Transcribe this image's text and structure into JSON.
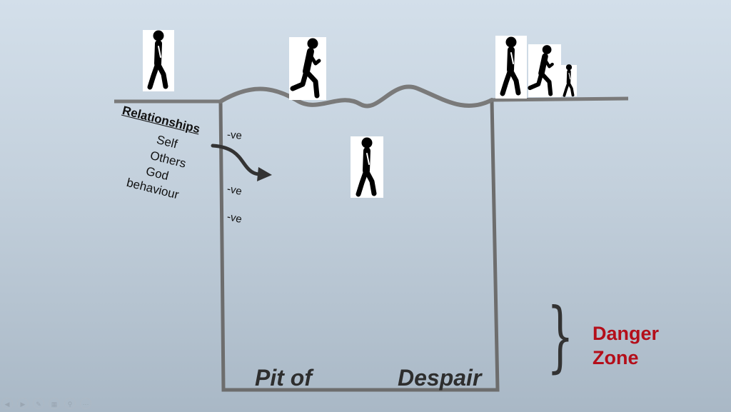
{
  "relationships": {
    "title": "Relationships",
    "items": [
      "Self",
      "Others",
      "God",
      "behaviour"
    ]
  },
  "negatives": [
    "-ve",
    "-ve",
    "-ve"
  ],
  "pit": {
    "word1": "Pit of",
    "word2": "Despair"
  },
  "danger": {
    "brace": "}",
    "label": "Danger Zone",
    "color": "#b40e1a"
  },
  "icons": [
    "walking-person-icon",
    "running-person-icon",
    "walking-person-icon",
    "walking-person-icon",
    "running-person-icon",
    "walking-child-icon"
  ],
  "slideshow_controls": [
    "previous-icon",
    "next-icon",
    "pen-icon",
    "slides-grid-icon",
    "zoom-icon",
    "more-options-icon"
  ]
}
